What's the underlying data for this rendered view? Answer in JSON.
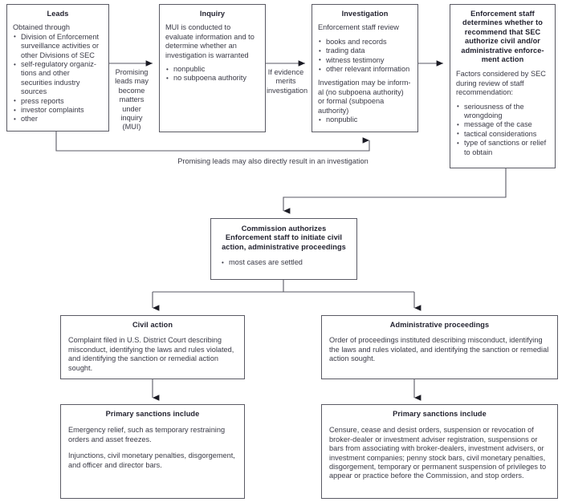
{
  "diagram": {
    "title": "SEC Enforcement Process Flowchart",
    "line_color": "#5a5a64",
    "text_color": "#3a3a46",
    "background": "#ffffff"
  },
  "nodes": {
    "leads": {
      "title": "Leads",
      "intro": "Obtained through",
      "bullets": [
        "Division of Enforcement surveillance activities or other Divisions of SEC",
        "self-regulatory organiz-tions and other securities industry sources",
        "press reports",
        "investor complaints",
        "other"
      ]
    },
    "inquiry": {
      "title": "Inquiry",
      "intro": "MUI is conducted to evaluate information and to determine whether an investigation is warranted",
      "bullets": [
        "nonpublic",
        "no subpoena authority"
      ]
    },
    "investigation": {
      "title": "Investigation",
      "intro": "Enforcement staff review",
      "bullets": [
        "books and records",
        "trading data",
        "witness testimony",
        "other relevant information"
      ],
      "note": "Investigation may be inform-al (no subpoena authority) or formal (subpoena authority)",
      "note_bullets": [
        "nonpublic"
      ]
    },
    "enforcement_staff": {
      "title": "Enforcement staff determines whether to recommend that SEC authorize civil and/or administrative enforce-ment action",
      "intro": "Factors considered by SEC during review of staff recommendation:",
      "bullets": [
        "seriousness of the wrongdoing",
        "message of the case",
        "tactical considerations",
        "type of sanctions or relief to obtain"
      ]
    },
    "commission": {
      "title": "Commission authorizes Enforcement staff to initiate civil action, administrative proceedings",
      "bullets": [
        "most cases are settled"
      ]
    },
    "civil_action": {
      "title": "Civil action",
      "body": "Complaint filed in U.S. District Court describing misconduct, identifying the laws and rules violated, and identifying the sanction or remedial action sought."
    },
    "administrative_proceedings": {
      "title": "Administrative proceedings",
      "body": "Order of proceedings instituted describing misconduct, identifying the laws and rules violated, and identifying the sanction or remedial action sought."
    },
    "civil_sanctions": {
      "title": "Primary sanctions include",
      "body1": "Emergency relief, such as temporary restraining orders and asset freezes.",
      "body2": "Injunctions, civil monetary penalties, disgorgement, and officer and director bars."
    },
    "admin_sanctions": {
      "title": "Primary sanctions include",
      "body1": "Censure, cease and desist orders, suspension or revocation of broker-dealer or investment adviser registration, suspensions or bars from associating with broker-dealers, investment advisers, or investment companies; penny stock bars, civil monetary penalties, disgorgement, temporary or permanent suspension of privileges to appear or practice before the Commission, and stop orders."
    }
  },
  "edges": {
    "leads_to_inquiry": "Promising leads may become matters under inquiry (MUI)",
    "inquiry_to_investigation": "If evidence merits investigation",
    "leads_to_investigation": "Promising leads may also directly result in an investigation"
  }
}
